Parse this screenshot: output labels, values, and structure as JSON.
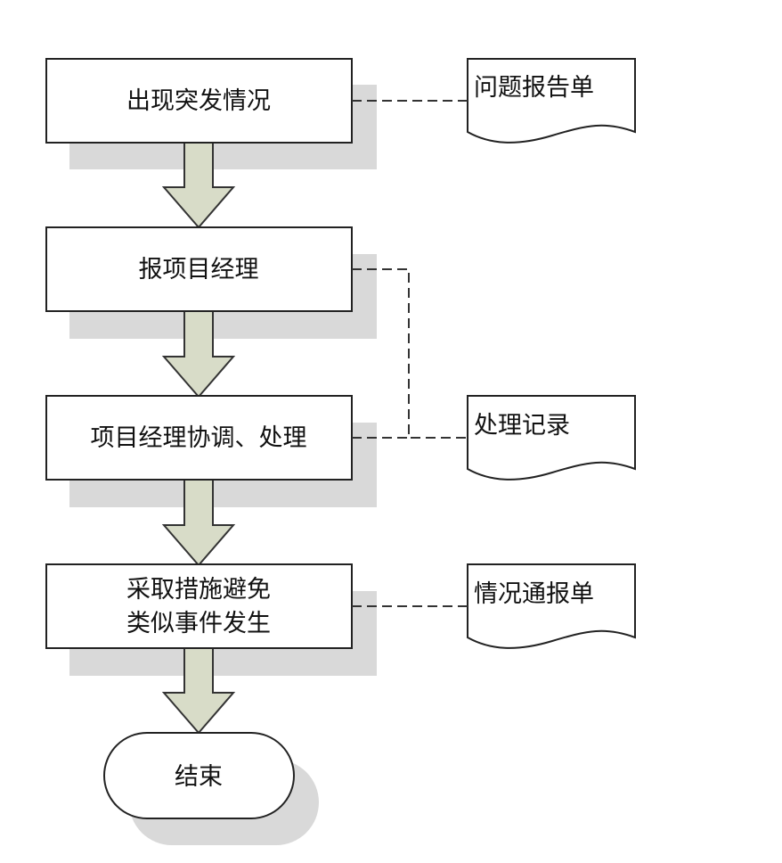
{
  "flow_steps": [
    {
      "label": "出现突发情况"
    },
    {
      "label": "报项目经理"
    },
    {
      "label": "项目经理协调、处理"
    },
    {
      "label_line1": "采取措施避免",
      "label_line2": "类似事件发生"
    }
  ],
  "end": {
    "label": "结束"
  },
  "documents": [
    {
      "label": "问题报告单"
    },
    {
      "label": "处理记录"
    },
    {
      "label": "情况通报单"
    }
  ],
  "colors": {
    "box_stroke": "#222222",
    "shadow": "#d9d9d9",
    "arrow_fill": "#d8dcc8",
    "connector": "#333333"
  }
}
